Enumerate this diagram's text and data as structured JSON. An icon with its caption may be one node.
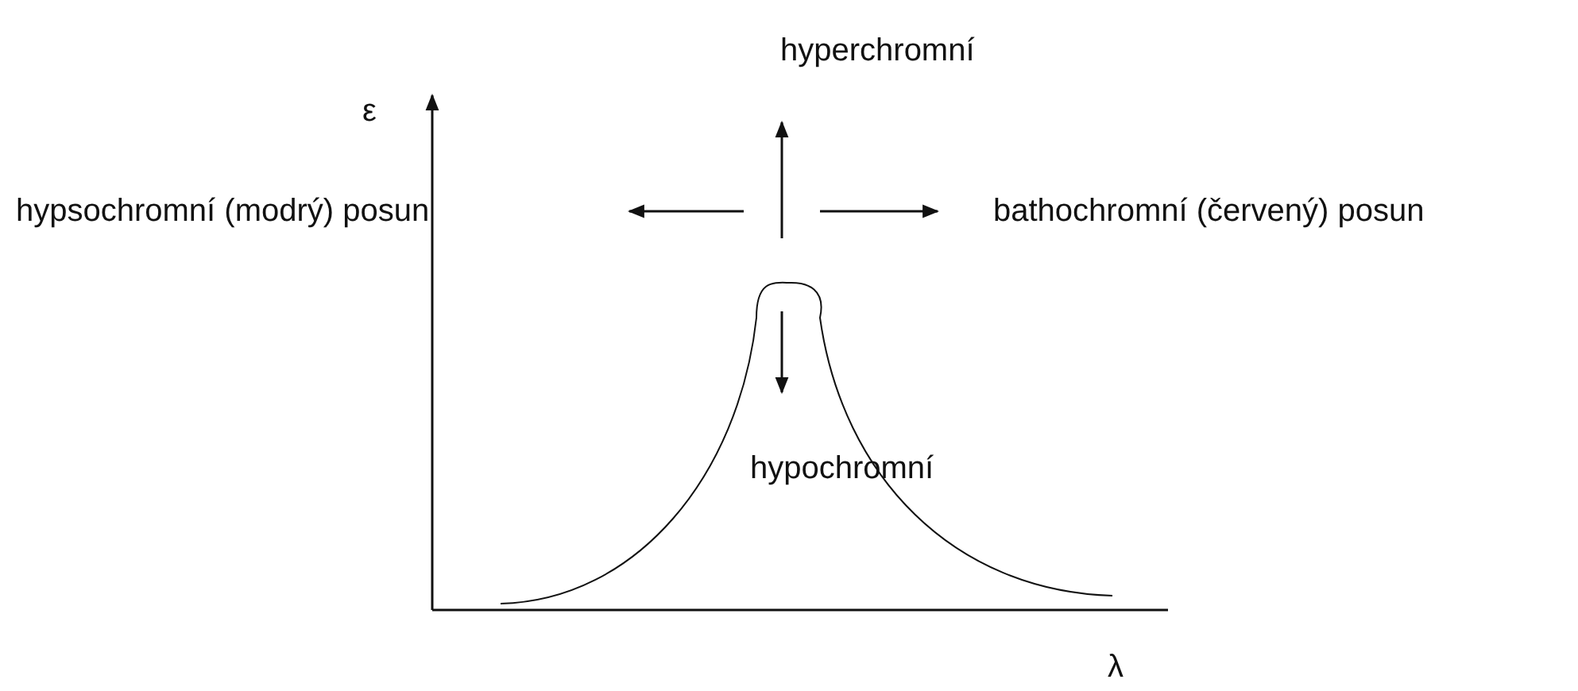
{
  "diagram": {
    "labels": [
      "hyperchromní",
      "ε",
      "hypsochromní (modrý) posun",
      "bathochromní (červený) posun",
      "hypochromní",
      "λ"
    ]
  }
}
